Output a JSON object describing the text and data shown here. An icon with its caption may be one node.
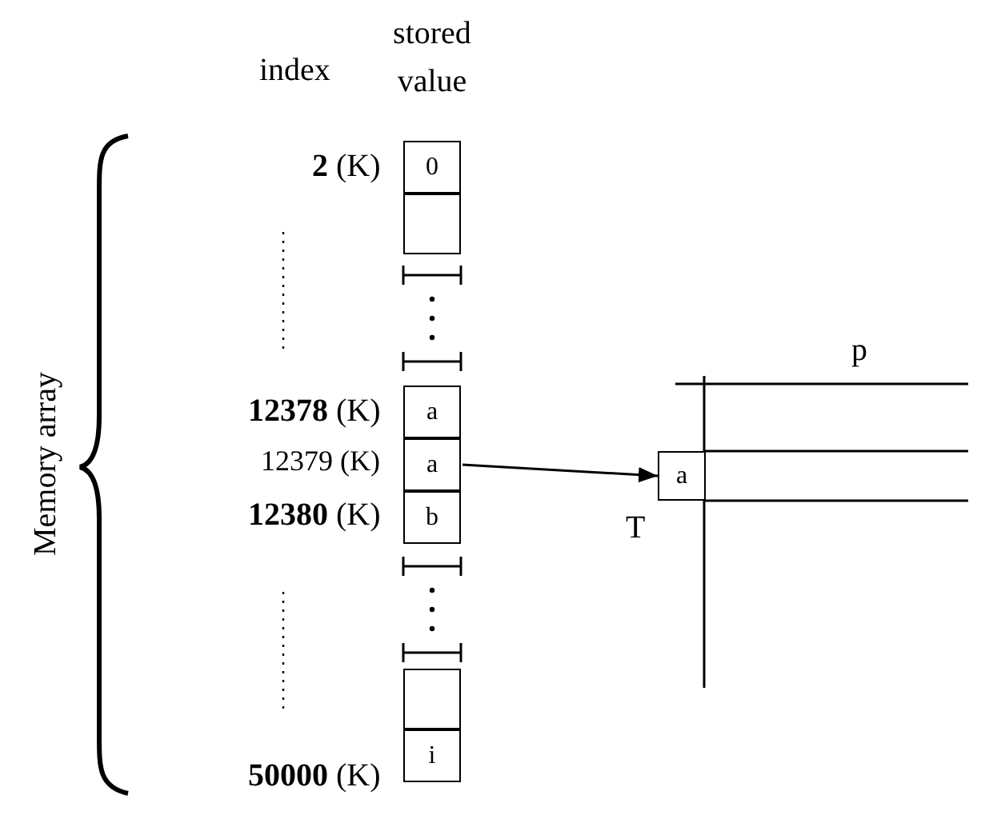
{
  "diagram": {
    "nodes": [
      {
        "text": [
          "0"
        ]
      },
      {
        "text": [],
        "shape": "box"
      },
      {
        "text": [
          "a"
        ]
      },
      {
        "text": [
          "a"
        ]
      },
      {
        "text": [
          "b"
        ]
      },
      {
        "text": [],
        "shape": "box"
      },
      {
        "text": [
          "i"
        ]
      },
      {
        "text": [
          "a"
        ]
      }
    ],
    "edges": [
      {
        "from": 3,
        "to": 7,
        "arrow": "to"
      }
    ],
    "labels": [
      "index",
      "stored value",
      "Memory array",
      "**2** (K)",
      "p",
      "**12378** (K)",
      "12379 (K)",
      "**12380** (K)",
      "T",
      "**50000** (K)"
    ]
  }
}
